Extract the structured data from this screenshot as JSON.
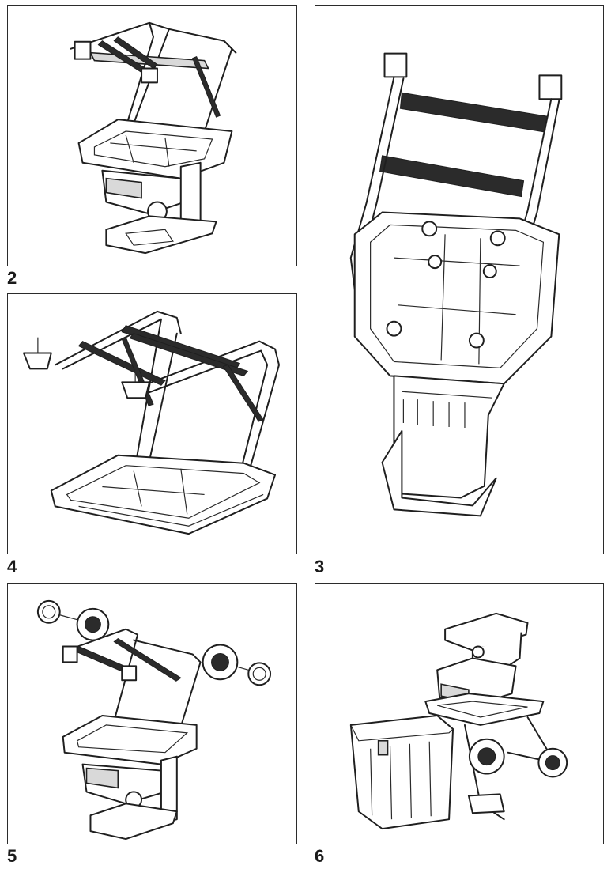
{
  "steps": [
    {
      "id": "step-2",
      "label": "2"
    },
    {
      "id": "step-4",
      "label": "4"
    },
    {
      "id": "step-3",
      "label": "3"
    },
    {
      "id": "step-5",
      "label": "5"
    },
    {
      "id": "step-6",
      "label": "6"
    }
  ],
  "icons": {
    "step2": "partially-assembled-shredder-frame",
    "step4": "frame-handle-attachment-with-feet",
    "step3": "underside-view-with-screws",
    "step5": "wheel-attachment-exploded-view",
    "step6": "assembled-shredder-with-collection-box"
  }
}
